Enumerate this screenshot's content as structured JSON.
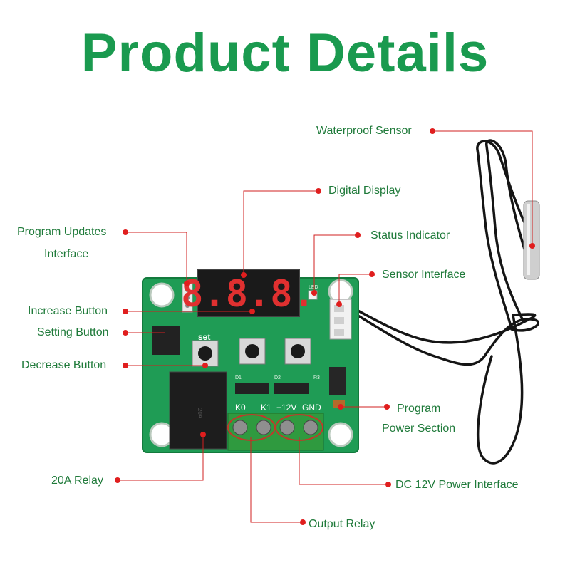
{
  "title": "Product Details",
  "display_text": "8.8.8.",
  "board_silkscreen": {
    "set": "set",
    "terminals": [
      "K0",
      "K1",
      "+12V",
      "GND"
    ],
    "d1": "D1",
    "d2": "D2",
    "r3": "R3",
    "led": "LED"
  },
  "labels": {
    "waterproof_sensor": "Waterproof Sensor",
    "digital_display": "Digital Display",
    "program_updates_1": "Program Updates",
    "program_updates_2": "Interface",
    "status_indicator": "Status Indicator",
    "sensor_interface": "Sensor Interface",
    "increase_button": "Increase Button",
    "setting_button": "Setting Button",
    "decrease_button": "Decrease Button",
    "program_power_1": "Program",
    "program_power_2": "Power Section",
    "relay_20a": "20A Relay",
    "dc_power": "DC 12V Power Interface",
    "output_relay": "Output Relay"
  },
  "colors": {
    "title": "#1a9a4f",
    "label": "#1f7a3a",
    "leader": "#d22020",
    "pcb": "#1f9c55",
    "terminal": "#2f9a3f"
  }
}
